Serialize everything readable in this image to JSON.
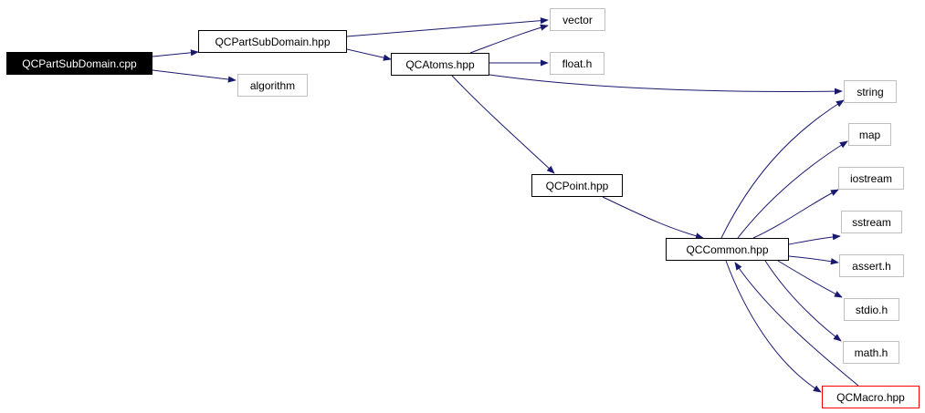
{
  "colors": {
    "edge": "#191970",
    "root_bg": "#000000",
    "cycle_border": "#ff0000",
    "system_border": "#bfbfbf"
  },
  "nodes": {
    "root": "QCPartSubDomain.cpp",
    "partsub_hpp": "QCPartSubDomain.hpp",
    "algorithm": "algorithm",
    "vector": "vector",
    "atoms": "QCAtoms.hpp",
    "float": "float.h",
    "string": "string",
    "map": "map",
    "iostream": "iostream",
    "point": "QCPoint.hpp",
    "sstream": "sstream",
    "common": "QCCommon.hpp",
    "assert": "assert.h",
    "stdio": "stdio.h",
    "math": "math.h",
    "macro": "QCMacro.hpp"
  },
  "edges": [
    [
      "root",
      "partsub_hpp"
    ],
    [
      "root",
      "algorithm"
    ],
    [
      "partsub_hpp",
      "vector"
    ],
    [
      "partsub_hpp",
      "atoms"
    ],
    [
      "atoms",
      "vector"
    ],
    [
      "atoms",
      "float"
    ],
    [
      "atoms",
      "string"
    ],
    [
      "atoms",
      "point"
    ],
    [
      "point",
      "common"
    ],
    [
      "common",
      "string"
    ],
    [
      "common",
      "map"
    ],
    [
      "common",
      "iostream"
    ],
    [
      "common",
      "sstream"
    ],
    [
      "common",
      "assert"
    ],
    [
      "common",
      "stdio"
    ],
    [
      "common",
      "math"
    ],
    [
      "common",
      "macro"
    ],
    [
      "macro",
      "common"
    ]
  ]
}
